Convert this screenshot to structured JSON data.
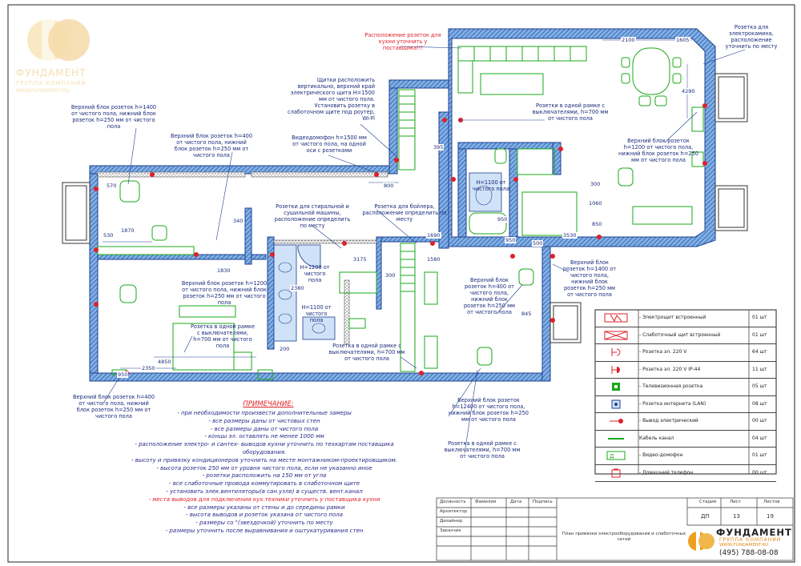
{
  "brand": {
    "name": "ФУНДАМЕНТ",
    "group": "ГРУППА КОМПАНИЙ",
    "site": "WWW.FUNDAMENT.RU",
    "phone": "(495) 788-08-08",
    "accent_color": "#f0a020"
  },
  "watermark": {
    "name": "ФУНДАМЕНТ",
    "group": "ГРУППА КОМПАНИЙ",
    "site": "WWW.FUNDAMENT.RU"
  },
  "notes": {
    "n_kitchen_red": "Расположение розеток для кухни уточнить у поставщика!!!",
    "n_elektroplita": "Розетка для электрокамина, расположение уточнить по месту",
    "n_shchitki": "Щитки расположить вертикально, верхний край электрического щита Н=1500 мм от чистого пола. Установить розетку в слаботочном щите под роутер, Wi-Fi",
    "n_videodomofon": "Видеодомофон h=1500 мм от чистого пола, на одной оси с розетками",
    "n_tl_block": "Верхний блок розеток h=1400 от чистого пола, нижний блок розеток h=250 мм от чистого пола",
    "n_tl_block2": "Верхний блок розеток h=400 от чистого пола, нижний блок розеток h=250 мм от чистого пола",
    "n_ramka_top": "Розетки в одной рамке с выключателями, h=700 мм от чистого пола",
    "n_kitchen_block": "Верхний блок розеток h=1200 от чистого пола, нижний блок розеток h=250 мм от чистого пола",
    "n_h1100": "H=1100 от чистого пола",
    "n_stiral": "Розетки для стиральной и сушильной машины, расположение определить по месту",
    "n_boiler": "Розетка для бойлера, расположение определить по месту",
    "n_h400_mid": "Верхний блок розеток h=400 от чистого пола, нижний блок розеток h=250 мм от чистого пола",
    "n_h1400_right": "Верхний блок розеток h=1400 от чистого пола, нижний блок розеток h=250 мм от чистого пола",
    "n_living_block": "Верхний блок розеток h=1200 от чистого пола, нижний блок розеток h=250 мм от чистого пола",
    "n_bath_h1200": "H=1200 от чистого пола",
    "n_bath_h1100": "H=1100 от чистого пола",
    "n_ramka_living": "Розетка в одной рамке с выключателями, h=700 мм от чистого пола",
    "n_ramka_center": "Розетка в одной рамке с выключателями, h=700 мм от чистого пола",
    "n_bl_block": "Верхний блок розеток h=400 от чистого пола, нижний блок розеток h=250 мм от чистого пола",
    "n_br_block": "Верхний блок розеток h=12400 от чистого пола, нижний блок розеток h=250 мм от чистого пола",
    "n_br_ramka": "Розетка в одной рамке с выключателями, h=700 мм от чистого пола"
  },
  "dims": [
    "2100",
    "1605",
    "4290",
    "395",
    "800",
    "570",
    "530",
    "1870",
    "340",
    "1830",
    "2380",
    "3175",
    "2350",
    "4850",
    "950",
    "950",
    "200",
    "300",
    "1580",
    "1690",
    "3530",
    "845",
    "1060",
    "950",
    "300",
    "850",
    "500"
  ],
  "primechanie": {
    "title": "ПРИМЕЧАНИЕ:",
    "lines": [
      {
        "text": "- при необходимости произвести дополнительные замеры",
        "red": false
      },
      {
        "text": "- все размеры даны от чистовых стен",
        "red": false
      },
      {
        "text": "- все размеры даны от чистого пола",
        "red": false
      },
      {
        "text": "- концы эл. оставлять не менее 1000 мм",
        "red": false
      },
      {
        "text": "- расположение электро- и сантех- выводов кухни уточнить по техкартам поставщика оборудования.",
        "red": false
      },
      {
        "text": "- высоту и привязку кондиционеров уточнить на месте монтажником-проектировщиком.",
        "red": false
      },
      {
        "text": "- высота розеток 250 мм от уровня чистого пола, если не указанно иное",
        "red": false
      },
      {
        "text": "- розетки расположить на 150 мм от угла",
        "red": false
      },
      {
        "text": "- все слаботочные провода коммутировать в слаботочном щите",
        "red": false
      },
      {
        "text": "- установить элек.вентиляторы(в сан.узле) в существ. вент.канал",
        "red": false
      },
      {
        "text": "- места выводов для подключения кух.техники уточнить у поставщика кухни",
        "red": true
      },
      {
        "text": "- все размеры указаны от стены и до середины рамки",
        "red": false
      },
      {
        "text": "- высота выводов и розеток указана от чистого пола",
        "red": false
      },
      {
        "text": "- размеры со \"(звездочкой) уточнить по месту",
        "red": false
      },
      {
        "text": "- размеры уточнить после выравнивания и оштукатуривания стен",
        "red": false
      }
    ]
  },
  "legend": [
    {
      "icon": "electric-panel-icon",
      "label": "- Электрощит встроенный",
      "count": "01 шт"
    },
    {
      "icon": "lowvoltage-panel-icon",
      "label": "- Слаботочный щит встроенный",
      "count": "01 шт"
    },
    {
      "icon": "socket-220-icon",
      "label": "- Розетка эл. 220 V",
      "count": "64 шт"
    },
    {
      "icon": "socket-ip44-icon",
      "label": "- Розетка эл. 220 V IP-44",
      "count": "11 шт"
    },
    {
      "icon": "tv-socket-icon",
      "label": "- Телевизионная розетка",
      "count": "05 шт"
    },
    {
      "icon": "lan-socket-icon",
      "label": "- Розетка интернета (LAN)",
      "count": "08 шт"
    },
    {
      "icon": "electric-outlet-icon",
      "label": "- Вывод электрический",
      "count": "00 шт"
    },
    {
      "icon": "cable-channel-icon",
      "label": "Кабель канал",
      "count": "04 шт"
    },
    {
      "icon": "video-intercom-icon",
      "label": "- Видео-домофон",
      "count": "01 шт"
    },
    {
      "icon": "home-phone-icon",
      "label": "- Домашний телефон",
      "count": "00 шт"
    }
  ],
  "stamp": {
    "col1": "Должность",
    "col2": "Фамилия",
    "col3": "Дата",
    "col4": "Подпись",
    "row_architect": "Архитектор",
    "row_designer": "Дизайнер",
    "row_customer": "Заказчик",
    "stage_label": "Стадия",
    "sheet_label": "Лист",
    "sheets_label": "Листов",
    "stage": "ДП",
    "sheet": "13",
    "sheets": "19",
    "title": "План привязки электрооборудования и слаботочных сетей"
  }
}
